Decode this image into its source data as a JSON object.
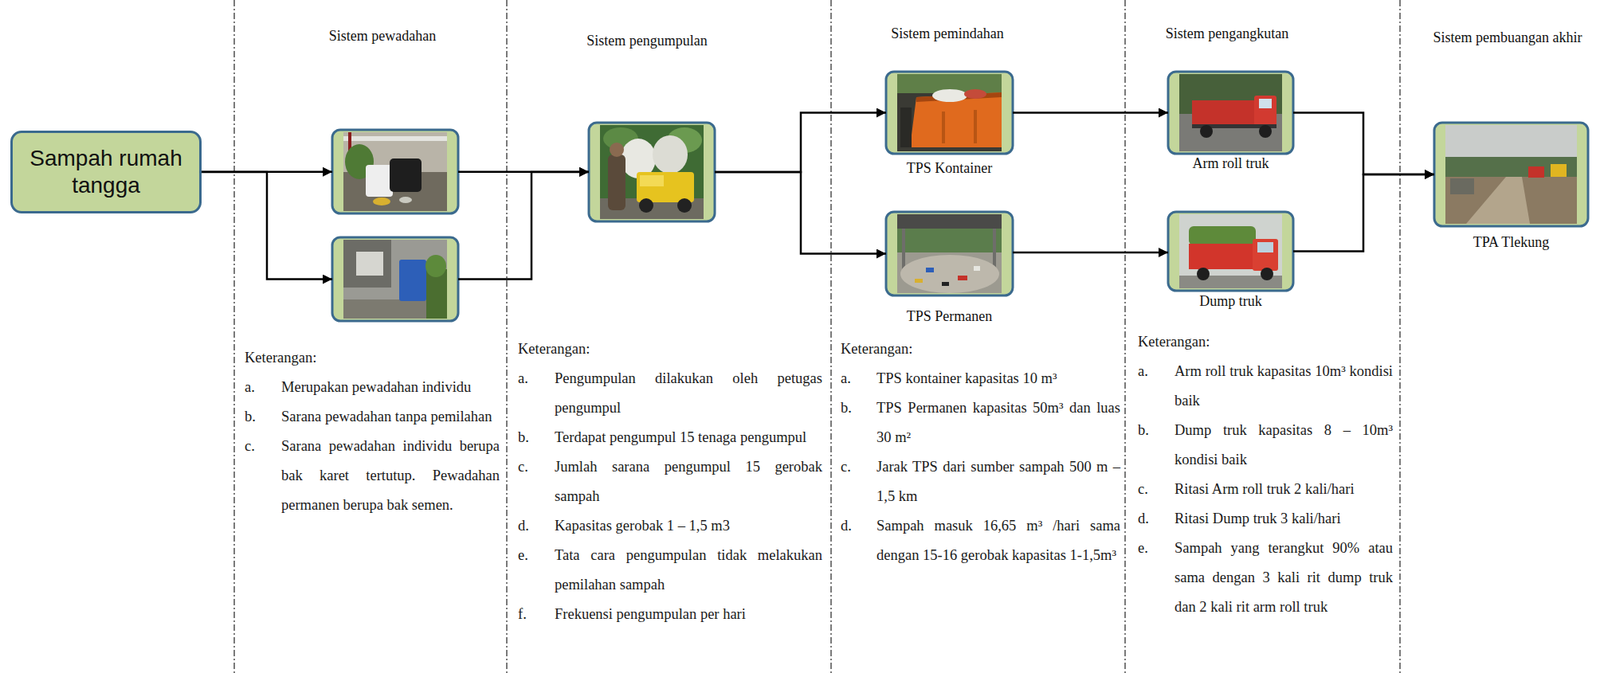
{
  "diagram": {
    "nodes": [
      {
        "text": [
          "Sampah rumah tangga"
        ]
      },
      {
        "text": []
      },
      {
        "text": []
      },
      {
        "text": []
      },
      {
        "text": [
          "TPS Kontainer"
        ]
      },
      {
        "text": [
          "TPS Permanen"
        ]
      },
      {
        "text": [
          "Arm roll truk"
        ]
      },
      {
        "text": [
          "Dump truk"
        ]
      },
      {
        "text": [
          "TPA Tlekung"
        ]
      }
    ],
    "edges": [
      {
        "from": 0,
        "to": 1,
        "arrow": "to"
      },
      {
        "from": 0,
        "to": 2,
        "arrow": "to"
      },
      {
        "from": 1,
        "to": 3,
        "arrow": "to"
      },
      {
        "from": 2,
        "to": 3,
        "arrow": "to"
      },
      {
        "from": 3,
        "to": 4,
        "arrow": "to"
      },
      {
        "from": 3,
        "to": 5,
        "arrow": "to"
      },
      {
        "from": 4,
        "to": 6,
        "arrow": "to"
      },
      {
        "from": 5,
        "to": 7,
        "arrow": "to"
      },
      {
        "from": 6,
        "to": 8,
        "arrow": "to"
      },
      {
        "from": 7,
        "to": 8,
        "arrow": "to"
      }
    ],
    "labels": [
      "Sistem pewadahan",
      "Sistem pengumpulan",
      "Sistem pemindahan",
      "Sistem pengangkutan",
      "Sistem pembuangan akhir",
      "Keterangan:",
      "a.",
      "Merupakan pewadahan individu",
      "b.",
      "Sarana pewadahan tanpa pemilahan",
      "c.",
      "Sarana pewadahan individu berupa bak karet tertutup. Pewadahan permanen berupa bak semen.",
      "Keterangan:",
      "a.",
      "Pengumpulan dilakukan oleh petugas pengumpul",
      "b.",
      "Terdapat pengumpul 15 tenaga pengumpul",
      "c.",
      "Jumlah sarana pengumpul 15 gerobak sampah",
      "d.",
      "Kapasitas gerobak 1 – 1,5 m3",
      "e.",
      "Tata cara pengumpulan tidak melakukan pemilahan sampah",
      "f.",
      "Frekuensi pengumpulan per hari",
      "Keterangan:",
      "a.",
      "TPS kontainer kapasitas 10 m³",
      "b.",
      "TPS Permanen kapasitas 50m³ dan luas 30 m²",
      "c.",
      "Jarak TPS dari sumber sampah 500 m – 1,5 km",
      "d.",
      "Sampah masuk 16,65 m³ /hari sama dengan 15-16 gerobak kapasitas 1-1,5m³",
      "Keterangan:",
      "a.",
      "Arm roll truk kapasitas 10m³ kondisi baik",
      "b.",
      "Dump truk kapasitas 8 – 10m³ kondisi baik",
      "c.",
      "Ritasi Arm roll truk 2 kali/hari",
      "d.",
      "Ritasi Dump truk 3 kali/hari",
      "e.",
      "Sampah yang terangkut 90% atau sama dengan 3 kali rit dump truk dan 2 kali rit arm roll truk"
    ]
  }
}
